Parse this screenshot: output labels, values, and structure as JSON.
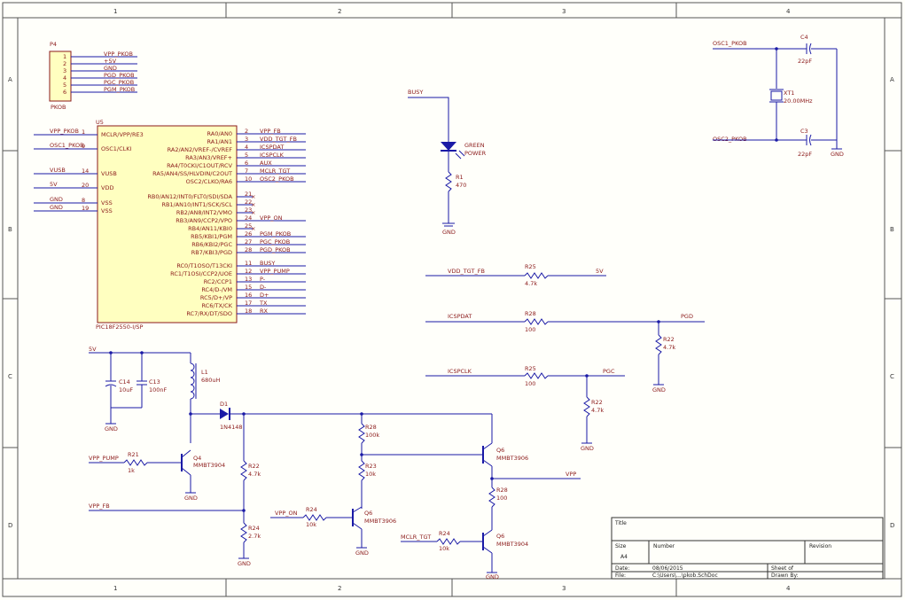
{
  "grid": {
    "cols": [
      "1",
      "2",
      "3",
      "4"
    ],
    "rows": [
      "A",
      "B",
      "C",
      "D"
    ]
  },
  "p4": {
    "ref": "P4",
    "name": "PKOB",
    "pins": [
      "1",
      "2",
      "3",
      "4",
      "5",
      "6"
    ],
    "nets": [
      "VPP_PKOB",
      "+5V",
      "GND",
      "PGD_PKOB",
      "PGC_PKOB",
      "PGM_PKOB"
    ]
  },
  "u5": {
    "ref": "U5",
    "part": "PIC18F2550-I/SP",
    "left_pins": [
      {
        "num": "1",
        "name": "MCLR/VPP/RE3",
        "net": "VPP_PKOB"
      },
      {
        "num": "9",
        "name": "OSC1/CLKI",
        "net": "OSC1_PKOB"
      },
      {
        "num": "14",
        "name": "VUSB",
        "net": "VUSB"
      },
      {
        "num": "20",
        "name": "VDD",
        "net": "5V"
      },
      {
        "num": "8",
        "name": "VSS",
        "net": "GND"
      },
      {
        "num": "19",
        "name": "VSS",
        "net": "GND"
      }
    ],
    "right_pins": [
      {
        "num": "2",
        "name": "RA0/AN0",
        "net": "VPP_FB"
      },
      {
        "num": "3",
        "name": "RA1/AN1",
        "net": "VDD_TGT_FB"
      },
      {
        "num": "4",
        "name": "RA2/AN2/VREF-/CVREF",
        "net": "ICSPDAT"
      },
      {
        "num": "5",
        "name": "RA3/AN3/VREF+",
        "net": "ICSPCLK"
      },
      {
        "num": "6",
        "name": "RA4/T0CKI/C1OUT/RCV",
        "net": "AUX"
      },
      {
        "num": "7",
        "name": "RA5/AN4/SS/HLVDIN/C2OUT",
        "net": "MCLR_TGT"
      },
      {
        "num": "10",
        "name": "OSC2/CLKO/RA6",
        "net": "OSC2_PKOB"
      },
      {
        "num": "21",
        "name": "RB0/AN12/INT0/FLT0/SDI/SDA",
        "net": ""
      },
      {
        "num": "22",
        "name": "RB1/AN10/INT1/SCK/SCL",
        "net": ""
      },
      {
        "num": "23",
        "name": "RB2/AN8/INT2/VMO",
        "net": ""
      },
      {
        "num": "24",
        "name": "RB3/AN9/CCP2/VPO",
        "net": "VPP_ON"
      },
      {
        "num": "25",
        "name": "RB4/AN11/KBI0",
        "net": ""
      },
      {
        "num": "26",
        "name": "RB5/KBI1/PGM",
        "net": "PGM_PKOB"
      },
      {
        "num": "27",
        "name": "RB6/KBI2/PGC",
        "net": "PGC_PKOB"
      },
      {
        "num": "28",
        "name": "RB7/KBI3/PGD",
        "net": "PGD_PKOB"
      },
      {
        "num": "11",
        "name": "RC0/T1OSO/T13CKI",
        "net": "BUSY"
      },
      {
        "num": "12",
        "name": "RC1/T1OSI/CCP2/UOE",
        "net": "VPP_PUMP"
      },
      {
        "num": "13",
        "name": "RC2/CCP1",
        "net": "P-"
      },
      {
        "num": "15",
        "name": "RC4/D-/VM",
        "net": "D-"
      },
      {
        "num": "16",
        "name": "RC5/D+/VP",
        "net": "D+"
      },
      {
        "num": "17",
        "name": "RC6/TX/CK",
        "net": "TX"
      },
      {
        "num": "18",
        "name": "RC7/RX/DT/SDO",
        "net": "RX"
      }
    ]
  },
  "busy_led": {
    "net": "BUSY",
    "led_label": [
      "GREEN",
      "POWER"
    ],
    "r_ref": "R1",
    "r_val": "470",
    "gnd": "GND"
  },
  "crystal": {
    "osc1": "OSC1_PKOB",
    "osc2": "OSC2_PKOB",
    "c4_ref": "C4",
    "c4_val": "22pF",
    "c3_ref": "C3",
    "c3_val": "22pF",
    "xt_ref": "XT1",
    "xt_val": "20.00MHz",
    "gnd": "GND"
  },
  "sense": {
    "r_vdd_ref": "R25",
    "r_vdd_val": "4.7k",
    "vdd_net": "VDD_TGT_FB",
    "v5_net": "5V",
    "r_dat_ref": "R28",
    "r_dat_val": "100",
    "dat_net": "ICSPDAT",
    "pgd_net": "PGD",
    "r_pgd_ref": "R22",
    "r_pgd_val": "4.7k",
    "r_clk_ref": "R25",
    "r_clk_val": "100",
    "clk_net": "ICSPCLK",
    "pgc_net": "PGC",
    "r_pgc_ref": "R22",
    "r_pgc_val": "4.7k",
    "gnd": "GND"
  },
  "boost": {
    "v5_net": "5V",
    "c14_ref": "C14",
    "c14_val": "10uF",
    "c13_ref": "C13",
    "c13_val": "100nF",
    "l1_ref": "L1",
    "l1_val": "680uH",
    "d1_ref": "D1",
    "d1_val": "1N4148",
    "pump_net": "VPP_PUMP",
    "r21_ref": "R21",
    "r21_val": "1k",
    "q4_ref": "Q4",
    "q4_val": "MMBT3904",
    "fb_net": "VPP_FB",
    "r22_ref": "R22",
    "r22_val": "4.7k",
    "r24_ref": "R24",
    "r24_val": "2.7k",
    "gnd": "GND"
  },
  "switch": {
    "r_top_ref": "R28",
    "r_top_val": "100k",
    "r_mid_ref": "R23",
    "r_mid_val": "10k",
    "on_net": "VPP_ON",
    "r_on_ref": "R24",
    "r_on_val": "10k",
    "q_on_ref": "Q6",
    "q_on_val": "MMBT3906",
    "q_hi_ref": "Q6",
    "q_hi_val": "MMBT3906",
    "vpp_net": "VPP",
    "r_vpp_ref": "R28",
    "r_vpp_val": "100",
    "mclr_net": "MCLR_TGT",
    "r_mclr_ref": "R24",
    "r_mclr_val": "10k",
    "q_lo_ref": "Q6",
    "q_lo_val": "MMBT3904",
    "gnd": "GND"
  },
  "title_block": {
    "title_label": "Title",
    "size_label": "Size",
    "size_value": "A4",
    "number_label": "Number",
    "revision_label": "Revision",
    "date_label": "Date:",
    "date_value": "08/06/2015",
    "sheet_label": "Sheet    of",
    "file_label": "File:",
    "file_value": "C:\\Users\\...\\pkob.SchDoc",
    "drawn_label": "Drawn By:"
  }
}
